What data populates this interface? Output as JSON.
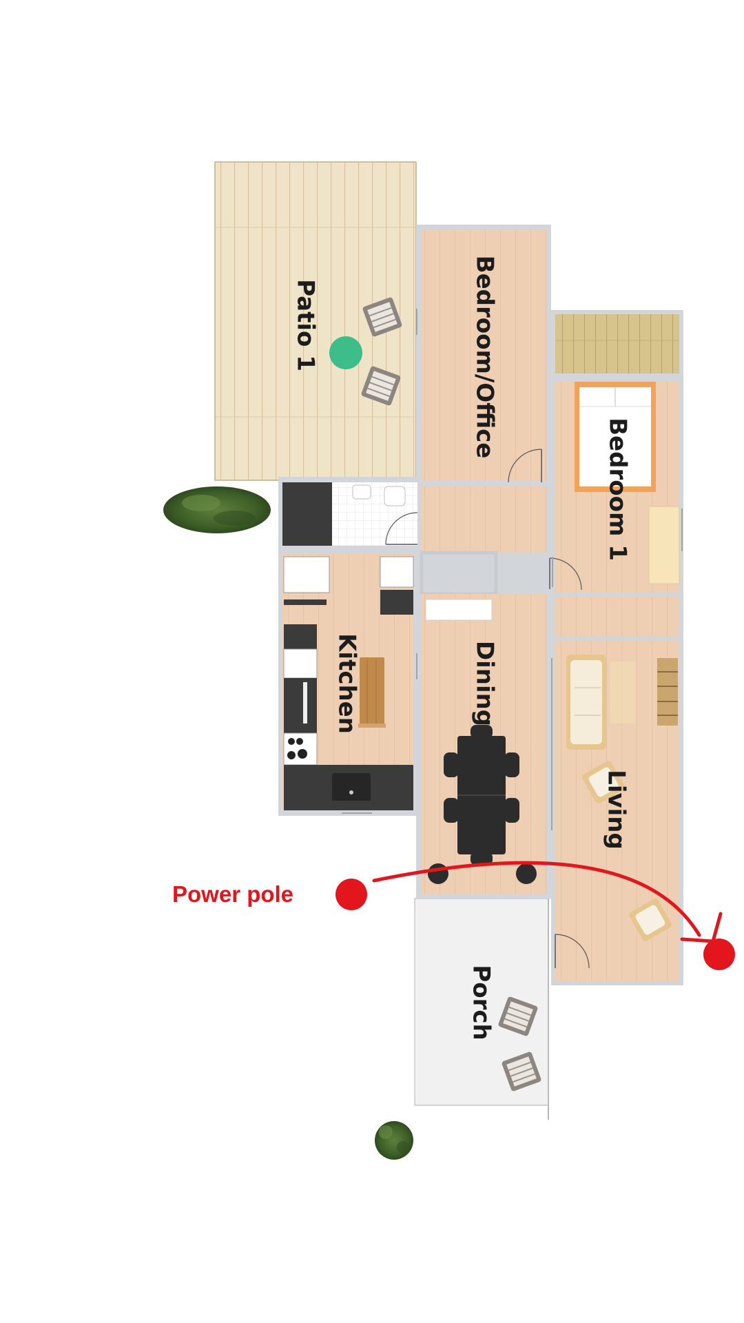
{
  "rooms": {
    "patio": "Patio 1",
    "bedroom_office": "Bedroom/Office",
    "bedroom": "Bedroom 1",
    "kitchen": "Kitchen",
    "dining": "Dining",
    "living": "Living",
    "porch": "Porch"
  },
  "annotation": {
    "label": "Power pole",
    "color": "#e3161d"
  },
  "colors": {
    "floor": "#eecfb4",
    "wall": "#d2d6da",
    "deck": "#efe3c8",
    "porch": "#f1f1f1",
    "marker": "#3dbd8a",
    "counter": "#3b3b3b"
  }
}
